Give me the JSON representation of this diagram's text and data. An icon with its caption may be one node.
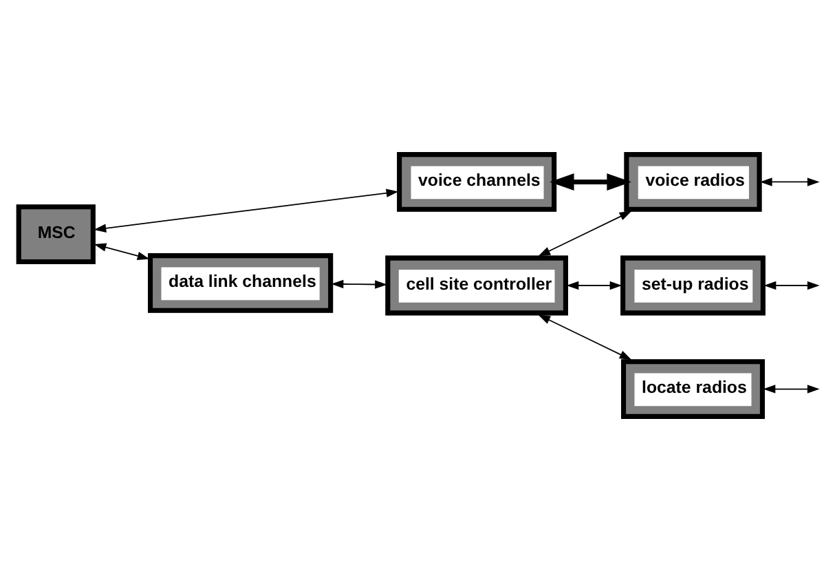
{
  "diagram": {
    "nodes": [
      {
        "text": [
          "MSC"
        ]
      },
      {
        "text": [
          "voice channels"
        ]
      },
      {
        "text": [
          "voice radios"
        ]
      },
      {
        "text": [
          "cell site controller"
        ]
      },
      {
        "text": [
          "set-up radios"
        ]
      },
      {
        "text": [
          "data link channels"
        ]
      },
      {
        "text": [
          "locate radios"
        ]
      }
    ],
    "edges": [
      {
        "from": 0,
        "to": 1,
        "arrow": "both"
      },
      {
        "from": 1,
        "to": 2,
        "arrow": "both",
        "style": "thick"
      },
      {
        "from": 3,
        "to": 2,
        "arrow": "both"
      },
      {
        "from": 3,
        "to": 4,
        "arrow": "both"
      },
      {
        "from": 0,
        "to": 5,
        "arrow": "both"
      },
      {
        "from": 5,
        "to": 3,
        "arrow": "both"
      },
      {
        "from": 3,
        "to": 6,
        "arrow": "both"
      },
      {
        "from": 2,
        "to": null,
        "arrow": "both"
      },
      {
        "from": 4,
        "to": null,
        "arrow": "both"
      },
      {
        "from": 6,
        "to": null,
        "arrow": "both"
      }
    ]
  }
}
